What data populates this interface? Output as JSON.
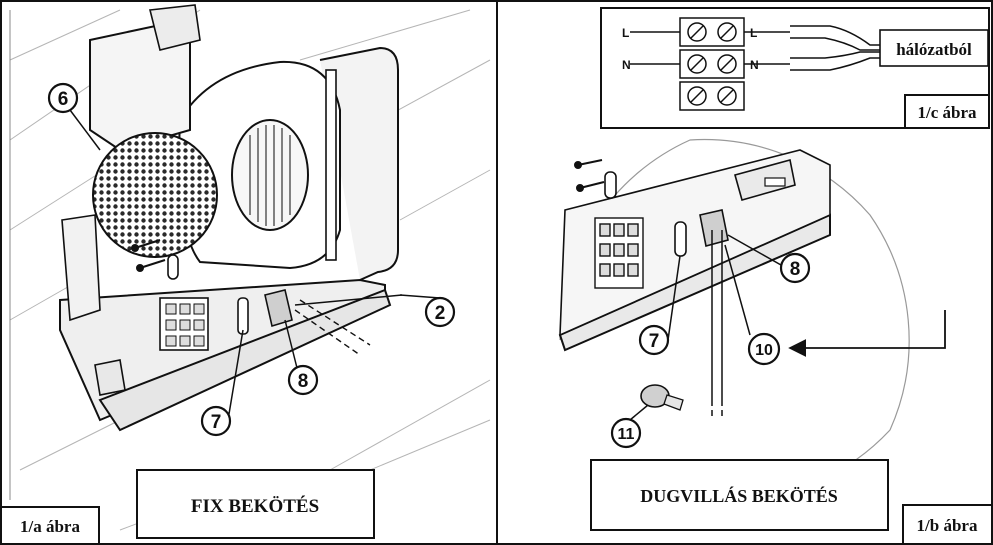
{
  "panel_a": {
    "caption": "FIX BEKÖTÉS",
    "figure_label": "1/a ábra",
    "callouts": [
      "6",
      "2",
      "8",
      "7"
    ]
  },
  "panel_b": {
    "caption": "DUGVILLÁS BEKÖTÉS",
    "figure_label": "1/b ábra",
    "callouts": [
      "8",
      "7",
      "10",
      "11"
    ]
  },
  "panel_c": {
    "figure_label": "1/c ábra",
    "network_label": "hálózatból",
    "terminal_left_top": "L",
    "terminal_left_mid": "N",
    "terminal_right_top": "L",
    "terminal_right_mid": "N"
  },
  "colors": {
    "ink": "#111111",
    "hatch": "#9a9a9a",
    "grille": "#2a2a2a",
    "paper": "#ffffff"
  }
}
